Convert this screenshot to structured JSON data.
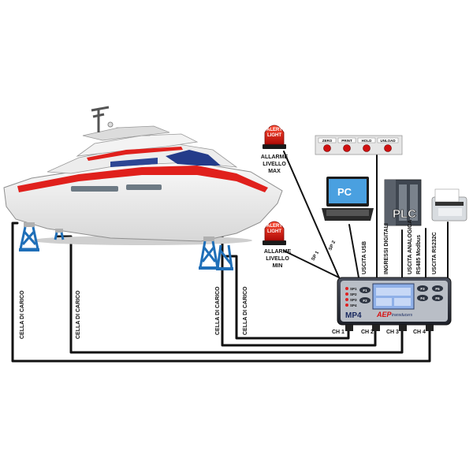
{
  "load_cells": {
    "label_1": "CELLA DI CARICO",
    "label_2": "CELLA DI CARICO",
    "label_3": "CELLA DI CARICO",
    "label_4": "CELLA DI CARICO"
  },
  "alarms": {
    "max": {
      "lamp_text_1": "ALERT",
      "lamp_text_2": "LIGHT",
      "line_1": "ALLARME",
      "line_2": "LIVELLO",
      "line_3": "MAX"
    },
    "min": {
      "lamp_text_1": "ALERT",
      "lamp_text_2": "LIGHT",
      "line_1": "ALLARME",
      "line_2": "LIVELLO",
      "line_3": "MIN"
    }
  },
  "setpoints": {
    "sp1": "SP 1",
    "sp2": "SP 2"
  },
  "buttons": [
    "ZERO",
    "PRINT",
    "HOLD",
    "UNLOAD"
  ],
  "devices": {
    "pc_label": "PC",
    "plc_label": "PLC"
  },
  "outputs": {
    "usb": "USCITA USB",
    "digital_inputs": "INGRESSI DIGITALI",
    "analog": "USCITA ANALOGICA",
    "modbus": "RS485 Modbus",
    "rs232": "USCITA RS232C"
  },
  "indicator": {
    "brand": "MP4",
    "maker": "AEP",
    "maker_sub": "transducers",
    "keys": [
      "F1",
      "F2",
      "F3",
      "F4",
      "F5",
      "F6"
    ],
    "led_labels": [
      "SP1",
      "SP2",
      "SP3",
      "SP4"
    ]
  },
  "channels": [
    "CH 1",
    "CH 2",
    "CH 3",
    "CH 4"
  ],
  "colors": {
    "hull_stripe": "#e0201c",
    "alarm_red": "#d8140c",
    "tower_blue": "#1f6fb8",
    "button_red": "#d01010",
    "indicator_body": "#2a2e3a",
    "screen": "#8fb0e8"
  }
}
